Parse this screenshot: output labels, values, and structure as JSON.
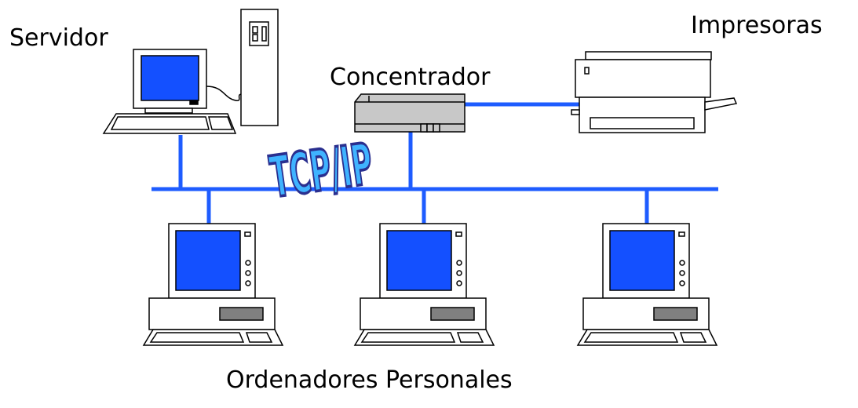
{
  "labels": {
    "server": "Servidor",
    "hub": "Concentrador",
    "printers": "Impresoras",
    "pcs": "Ordenadores Personales",
    "protocol": "TCP/IP"
  },
  "colors": {
    "network_line": "#1e5cff",
    "screen": "#1450ff",
    "protocol_fill": "#3fb3ff",
    "protocol_outline": "#2a2f8f",
    "hub_body": "#c8c8c8",
    "printer_body": "#ffffff"
  },
  "icons": [
    "server-computer-icon",
    "server-tower-icon",
    "hub-icon",
    "printer-icon",
    "personal-computer-icon"
  ]
}
